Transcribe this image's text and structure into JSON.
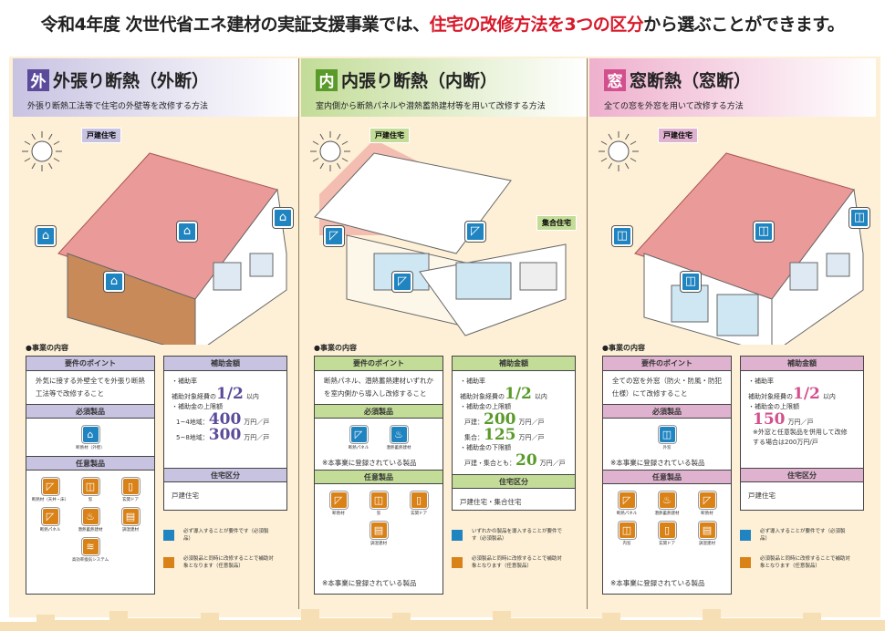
{
  "title": {
    "pre": "令和4年度 次世代省エネ建材の実証支援事業では、",
    "highlight": "住宅の改修方法を3つの区分",
    "post": "から選ぶことができます。"
  },
  "colors": {
    "required": "#1f84c0",
    "optional": "#d98218",
    "background": "#fdf0d6"
  },
  "common": {
    "section_label": "●事業の内容",
    "point_header": "要件のポイント",
    "required_header": "必須製品",
    "optional_header": "任意製品",
    "subsidy_header": "補助金額",
    "housing_header": "住宅区分",
    "rate_label": "・補助率",
    "rate_pre": "補助対象経費の",
    "rate_value": "1/2",
    "rate_post": "以内",
    "upper_label": "・補助金の上限額",
    "unit": "万円／戸",
    "registered_note": "※本事業に登録されている製品",
    "legend_optional": "必須製品と同時に改修することで補助対象となります（任意製品）"
  },
  "panels": [
    {
      "kanji": "外",
      "title": "外張り断熱（外断）",
      "subtitle": "外張り断熱工法等で住宅の外壁等を改修する方法",
      "color": "#5c4b9a",
      "head": "#c9c3e2",
      "bar": "#c9c3e2",
      "house_labels": [
        "戸建住宅"
      ],
      "point": "外気に接する外壁全てを外張り断熱工法等で改修すること",
      "required": [
        {
          "name": "断熱材（外壁）",
          "icon": "house-icon"
        }
      ],
      "required_note": "",
      "optional": [
        {
          "name": "断熱材（天井・床）",
          "icon": "insulation-icon"
        },
        {
          "name": "窓",
          "icon": "window-icon"
        },
        {
          "name": "玄関ドア",
          "icon": "door-icon"
        },
        {
          "name": "断熱パネル",
          "icon": "insulation-panel-icon"
        },
        {
          "name": "潜熱蓄熱建材",
          "icon": "heat-storage-icon"
        },
        {
          "name": "調湿建材",
          "icon": "humidity-icon"
        },
        {
          "name": "高効率換気システム",
          "icon": "ventilation-icon"
        }
      ],
      "optional_note": "",
      "limits": [
        {
          "label": "1~4地域：",
          "value": "400"
        },
        {
          "label": "5~8地域：",
          "value": "300"
        }
      ],
      "lower_label": "",
      "lower": [],
      "extra_note": "",
      "housing": "戸建住宅",
      "legend_required": "必ず導入することが要件です（必須製品）"
    },
    {
      "kanji": "内",
      "title": "内張り断熱（内断）",
      "subtitle": "室内側から断熱パネルや潜熱蓄熱建材等を用いて改修する方法",
      "color": "#5a9a2a",
      "head": "#c3dc98",
      "bar": "#c3dc98",
      "house_labels": [
        "戸建住宅",
        "集合住宅"
      ],
      "point": "断熱パネル、潜熱蓄熱建材いずれかを室内側から導入し改修すること",
      "required": [
        {
          "name": "断熱パネル",
          "icon": "insulation-panel-icon"
        },
        {
          "name": "潜熱蓄熱建材",
          "icon": "heat-storage-icon"
        }
      ],
      "required_note": "※本事業に登録されている製品",
      "optional": [
        {
          "name": "断熱材",
          "icon": "insulation-icon"
        },
        {
          "name": "窓",
          "icon": "window-icon"
        },
        {
          "name": "玄関ドア",
          "icon": "door-icon"
        },
        {
          "name": "調湿建材",
          "icon": "humidity-icon"
        }
      ],
      "optional_note": "※本事業に登録されている製品",
      "limits": [
        {
          "label": "戸建：",
          "value": "200"
        },
        {
          "label": "集合：",
          "value": "125"
        }
      ],
      "lower_label": "・補助金の下限額",
      "lower": [
        {
          "label": "戸建・集合とも：",
          "value": "20"
        }
      ],
      "extra_note": "",
      "housing": "戸建住宅・集合住宅",
      "legend_required": "いずれかの製品を導入することが要件です（必須製品）"
    },
    {
      "kanji": "窓",
      "title": "窓断熱（窓断）",
      "subtitle": "全ての窓を外窓を用いて改修する方法",
      "color": "#d2508e",
      "head": "#eeb0cd",
      "bar": "#dfb3cf",
      "house_labels": [
        "戸建住宅"
      ],
      "point": "全ての窓を外窓（防火・防風・防犯仕様）にて改修すること",
      "required": [
        {
          "name": "外窓",
          "icon": "window-icon"
        }
      ],
      "required_note": "※本事業に登録されている製品",
      "optional": [
        {
          "name": "断熱パネル",
          "icon": "insulation-panel-icon"
        },
        {
          "name": "潜熱蓄熱建材",
          "icon": "heat-storage-icon"
        },
        {
          "name": "断熱材",
          "icon": "insulation-icon"
        },
        {
          "name": "内窓",
          "icon": "window-icon"
        },
        {
          "name": "玄関ドア",
          "icon": "door-icon"
        },
        {
          "name": "調湿建材",
          "icon": "humidity-icon"
        }
      ],
      "optional_note": "※本事業に登録されている製品",
      "limits": [
        {
          "label": "",
          "value": "150"
        }
      ],
      "lower_label": "",
      "lower": [],
      "extra_note": "※外窓と任意製品を併用して改修する場合は200万円/戸",
      "housing": "戸建住宅",
      "legend_required": "必ず導入することが要件です（必須製品）"
    }
  ]
}
